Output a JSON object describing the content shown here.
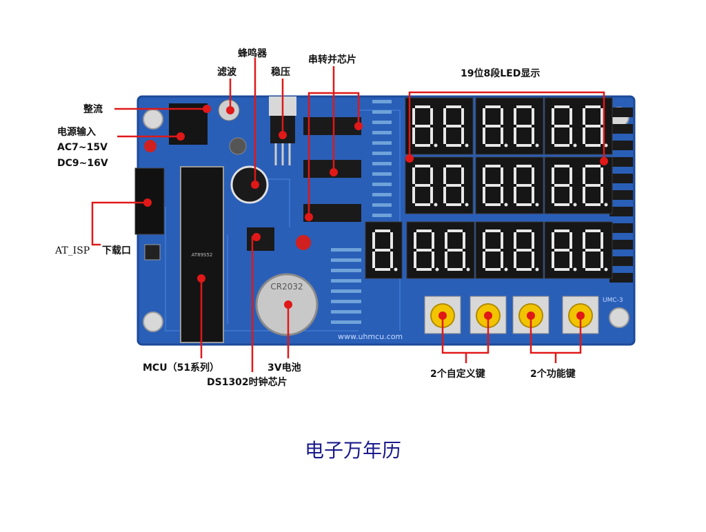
{
  "labels": {
    "rectifier": "整流",
    "filter": "滤波",
    "buzzer": "蜂鸣器",
    "regulator": "稳压",
    "serial_chip": "串转并芯片",
    "led_display": "19位8段LED显示",
    "power_input": "电源输入",
    "ac_range": "AC7~15V",
    "dc_range": "DC9~16V",
    "isp_prefix": "AT_ISP",
    "isp_suffix": "下载口",
    "mcu": "MCU（51系列）",
    "battery": "3V电池",
    "clock_chip": "DS1302时钟芯片",
    "custom_keys": "2个自定义键",
    "function_keys": "2个功能键"
  },
  "board": {
    "silk_url": "www.uhmcu.com",
    "silk_model": "UMC-3",
    "battery_text": "CR2032",
    "mcu_text": "AT89S52"
  },
  "caption": "电子万年历",
  "colors": {
    "board": "#2a5fb8",
    "leader": "#e01818",
    "led_segment": "#e8e8e8",
    "caption": "#1a1a8c"
  }
}
